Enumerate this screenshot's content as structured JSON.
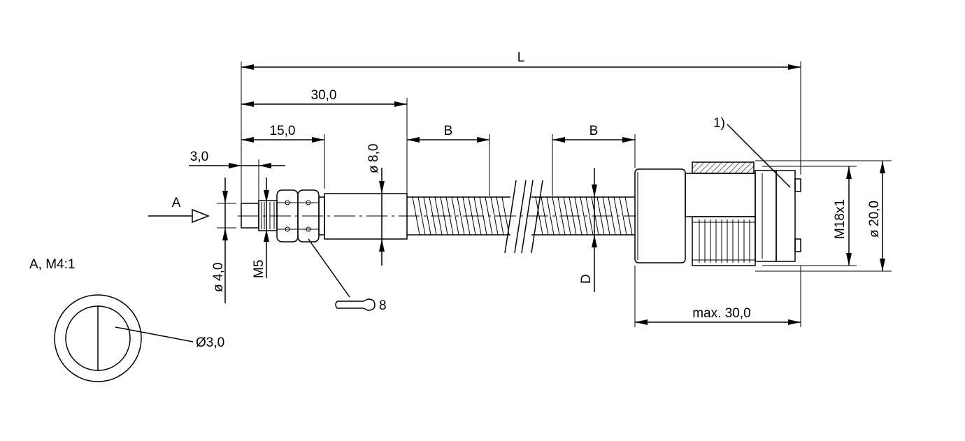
{
  "dimensions": {
    "overall_length": "L",
    "length_30": "30,0",
    "length_15": "15,0",
    "length_3": "3,0",
    "segment_b_left": "B",
    "segment_b_right": "B",
    "dia_8": "8,0",
    "dia_4": "4,0",
    "thread_m5": "M5",
    "dim_d": "D",
    "thread_m18": "M18x1",
    "dia_20": "20,0",
    "max_30": "max. 30,0"
  },
  "annotations": {
    "view_a": "A",
    "detail_title": "A, M4:1",
    "detail_dia": "Ø3,0",
    "wrench_size": "8",
    "note_1": "1)"
  },
  "symbols": {
    "diameter_symbol": "ø"
  }
}
